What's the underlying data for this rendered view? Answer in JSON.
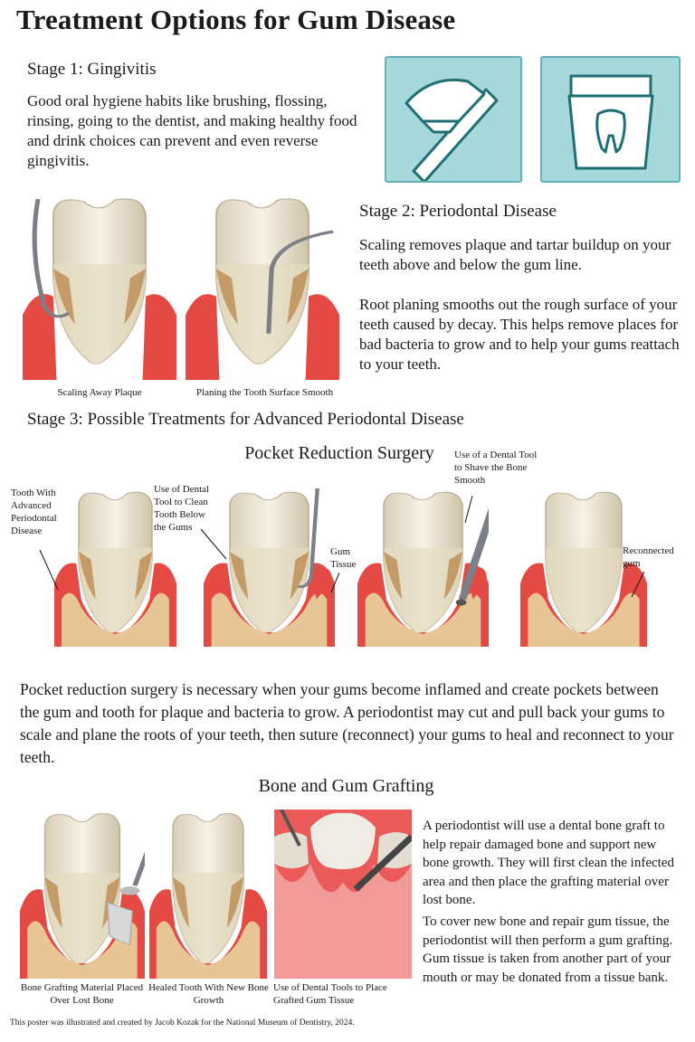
{
  "title": "Treatment Options for Gum Disease",
  "stage1": {
    "heading": "Stage 1: Gingivitis",
    "text": "Good oral hygiene habits like brushing, flossing, rinsing, going to the dentist, and making healthy food and drink choices can prevent and even reverse gingivitis.",
    "icons": [
      "toothbrush-icon",
      "dental-floss-icon"
    ],
    "captions": [
      "Scaling Away Plaque",
      "Planing the Tooth Surface Smooth"
    ]
  },
  "stage2": {
    "heading": "Stage 2: Periodontal Disease",
    "para1": "Scaling removes plaque and tartar buildup on your teeth above and below the gum line.",
    "para2": "Root planing smooths out the rough surface of your teeth caused by decay. This helps remove places for bad bacteria to grow and to help your gums reattach to your teeth."
  },
  "stage3": {
    "heading": "Stage 3: Possible Treatments for Advanced Periodontal Disease",
    "pocket": {
      "heading": "Pocket Reduction Surgery",
      "labels": {
        "advanced": "Tooth With Advanced Periodontal Disease",
        "clean": "Use of Dental Tool to Clean Tooth Below the Gums",
        "gum": "Gum Tissue",
        "shave": "Use of a Dental Tool to Shave the Bone Smooth",
        "reconnected": "Reconnected gum"
      },
      "text": "Pocket reduction surgery is necessary when your gums become inflamed and create pockets between the gum and tooth for plaque and bacteria to grow. A periodontist may cut and pull back your gums to scale and plane the roots of your teeth, then suture (reconnect) your gums to heal and reconnect to your teeth."
    },
    "grafting": {
      "heading": "Bone and Gum Grafting",
      "captions": [
        "Bone Grafting Material Placed Over Lost Bone",
        "Healed Tooth With New Bone Growth",
        "Use of Dental Tools to Place Grafted Gum Tissue"
      ],
      "para1": "A periodontist will use a dental bone graft to help repair damaged bone and support new bone growth. They will first clean the infected area and then place the grafting material over lost bone.",
      "para2": "To cover new bone and repair gum tissue, the periodontist will then perform a gum grafting. Gum tissue is taken from another part of your mouth or may be donated from a tissue bank."
    }
  },
  "footer": "This poster was illustrated and created by Jacob Kozak for the National Museum of Dentistry, 2024.",
  "colors": {
    "icon_bg": "#a6d8dc",
    "gum": "#e0453f",
    "bone": "#e8c596",
    "tooth": "#f2ead8",
    "plaque": "#b9854a"
  }
}
